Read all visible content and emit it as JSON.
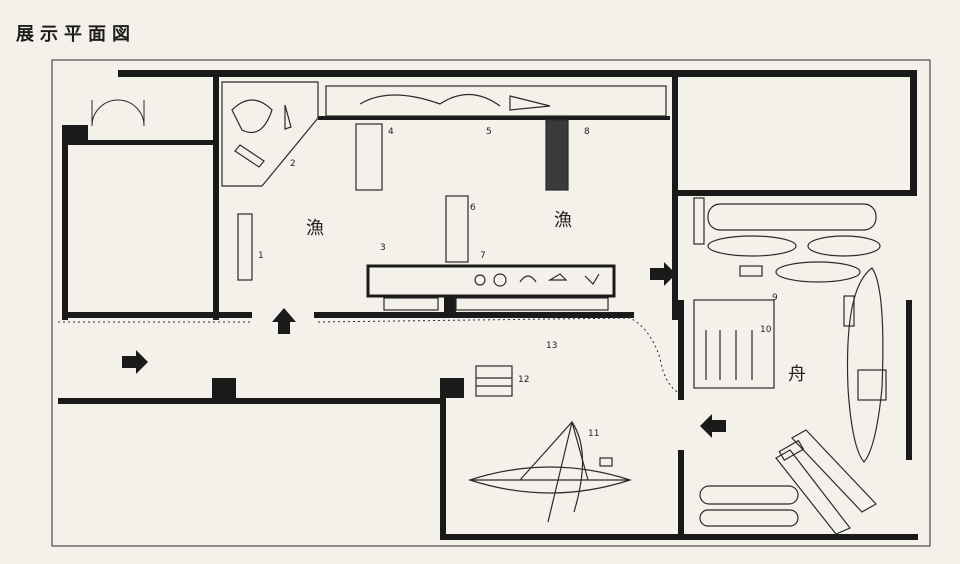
{
  "title": "展示平面図",
  "room_labels": {
    "fishing_1": "漁",
    "fishing_2": "漁",
    "boat": "舟"
  },
  "exhibit_numbers": [
    "1",
    "2",
    "3",
    "4",
    "5",
    "6",
    "7",
    "8",
    "9",
    "10",
    "11",
    "12",
    "13"
  ],
  "colors": {
    "wall": "#1a1a1a",
    "paper": "#f4f1ea",
    "line": "#2b2b2b"
  },
  "icons": [
    "arrow-right-icon",
    "arrow-up-icon",
    "arrow-left-icon"
  ]
}
